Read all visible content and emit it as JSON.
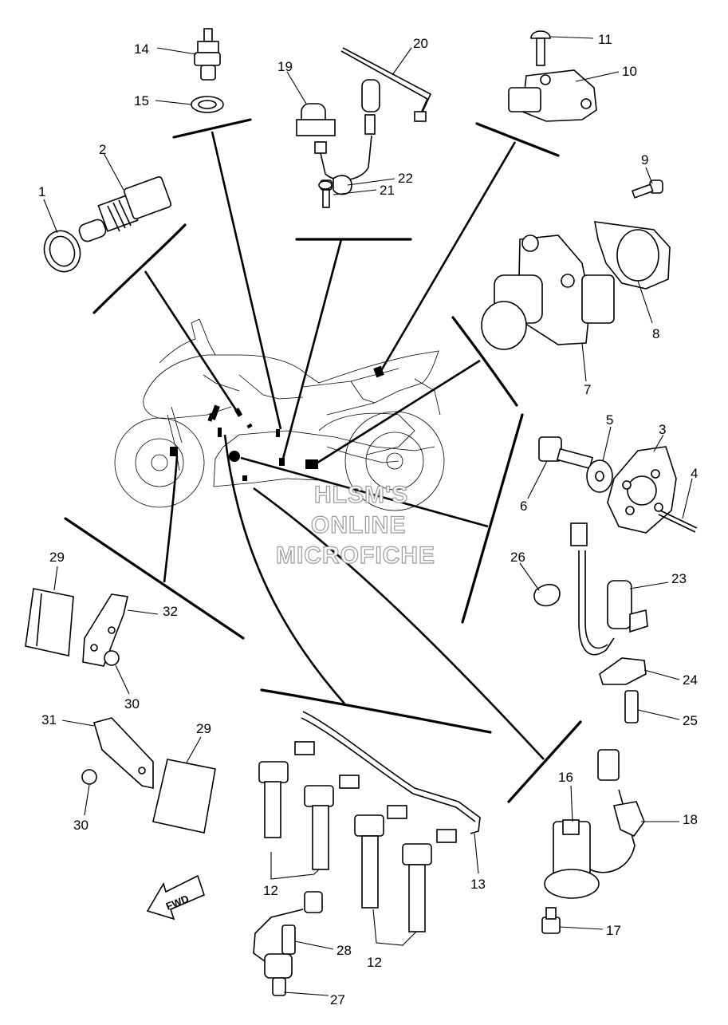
{
  "diagram": {
    "callouts": [
      "1",
      "2",
      "3",
      "4",
      "5",
      "6",
      "7",
      "8",
      "9",
      "10",
      "11",
      "12",
      "13",
      "14",
      "15",
      "16",
      "17",
      "18",
      "19",
      "20",
      "21",
      "22",
      "23",
      "24",
      "25",
      "26",
      "27",
      "28",
      "29",
      "30",
      "31",
      "32"
    ],
    "callout_12_second": "12",
    "callout_29_second": "29",
    "callout_30_second": "30",
    "watermark": [
      "HLSM'S",
      "ONLINE",
      "MICROFICHE"
    ],
    "fwd_label": "FWD"
  }
}
